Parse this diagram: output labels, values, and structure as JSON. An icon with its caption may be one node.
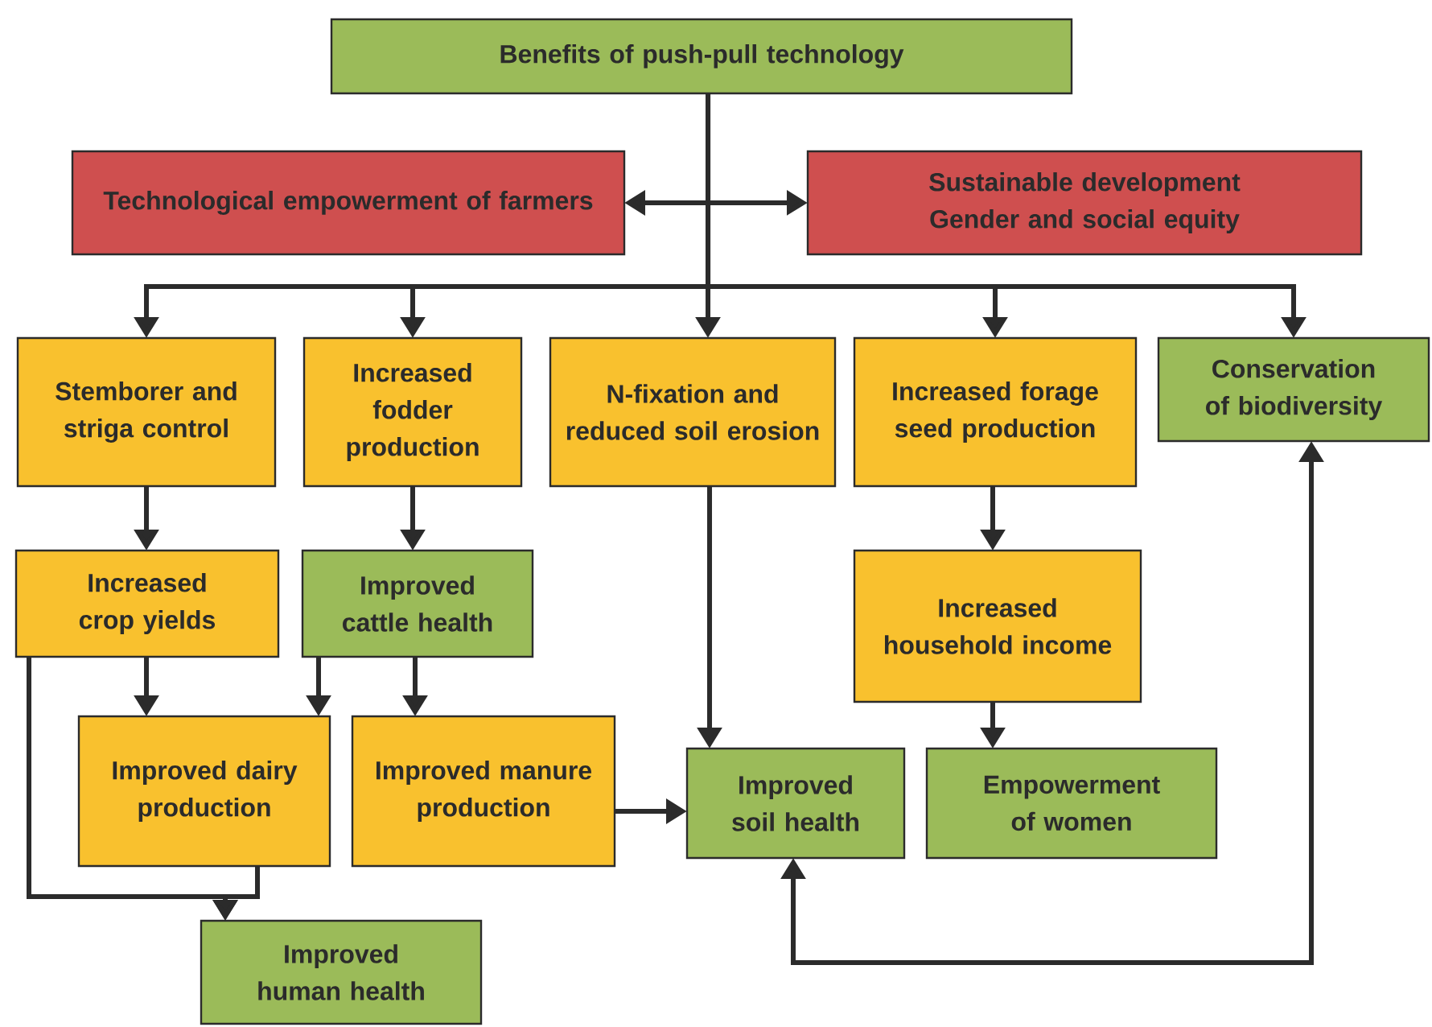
{
  "diagram": {
    "nodes": [
      {
        "text": [
          "Benefits of push-pull technology"
        ]
      },
      {
        "text": [
          "Technological empowerment of farmers"
        ]
      },
      {
        "text": [
          "Sustainable development Gender and social equity"
        ]
      },
      {
        "text": [
          "Stemborer and striga control"
        ]
      },
      {
        "text": [
          "Increased fodder production"
        ]
      },
      {
        "text": [
          "N-fixation and reduced soil erosion"
        ]
      },
      {
        "text": [
          "Increased forage seed production"
        ]
      },
      {
        "text": [
          "Conservation of biodiversity"
        ]
      },
      {
        "text": [
          "Increased crop yields"
        ]
      },
      {
        "text": [
          "Improved cattle health"
        ]
      },
      {
        "text": [
          "Increased household income"
        ]
      },
      {
        "text": [
          "Improved dairy production"
        ]
      },
      {
        "text": [
          "Improved manure production"
        ]
      },
      {
        "text": [
          "Improved soil health"
        ]
      },
      {
        "text": [
          "Empowerment of women"
        ]
      },
      {
        "text": [
          "Improved human health"
        ]
      }
    ],
    "edges": [
      {
        "from": 0,
        "to": 3,
        "arrow": "to"
      },
      {
        "from": 0,
        "to": 4,
        "arrow": "to"
      },
      {
        "from": 0,
        "to": 5,
        "arrow": "to"
      },
      {
        "from": 0,
        "to": 6,
        "arrow": "to"
      },
      {
        "from": 0,
        "to": 7,
        "arrow": "to"
      },
      {
        "from": 1,
        "to": 2,
        "arrow": "both"
      },
      {
        "from": 3,
        "to": 8,
        "arrow": "to"
      },
      {
        "from": 4,
        "to": 9,
        "arrow": "to"
      },
      {
        "from": 6,
        "to": 10,
        "arrow": "to"
      },
      {
        "from": 8,
        "to": 11,
        "arrow": "to"
      },
      {
        "from": 9,
        "to": 11,
        "arrow": "to"
      },
      {
        "from": 9,
        "to": 12,
        "arrow": "to"
      },
      {
        "from": 5,
        "to": 13,
        "arrow": "to"
      },
      {
        "from": 12,
        "to": 13,
        "arrow": "to"
      },
      {
        "from": 10,
        "to": 14,
        "arrow": "to"
      },
      {
        "from": 8,
        "to": 15,
        "arrow": "to"
      },
      {
        "from": 11,
        "to": 15,
        "arrow": "to"
      },
      {
        "from": 13,
        "to": 7,
        "arrow": "both"
      }
    ]
  }
}
